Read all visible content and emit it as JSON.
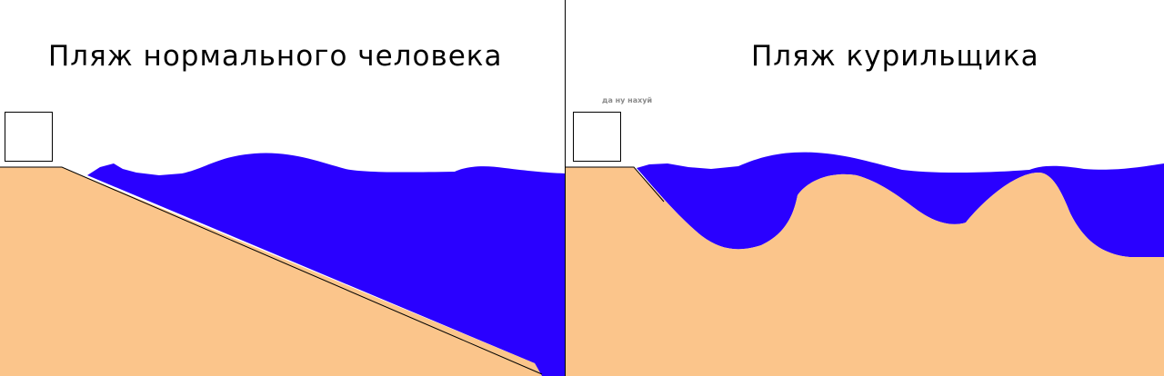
{
  "panels": {
    "left": {
      "title": "Пляж нормального человека"
    },
    "right": {
      "title": "Пляж курильщика",
      "caption": "да ну нахуй"
    }
  },
  "colors": {
    "sand": "#fbc58b",
    "water": "#2a00ff",
    "outline": "#000000",
    "background": "#ffffff"
  }
}
